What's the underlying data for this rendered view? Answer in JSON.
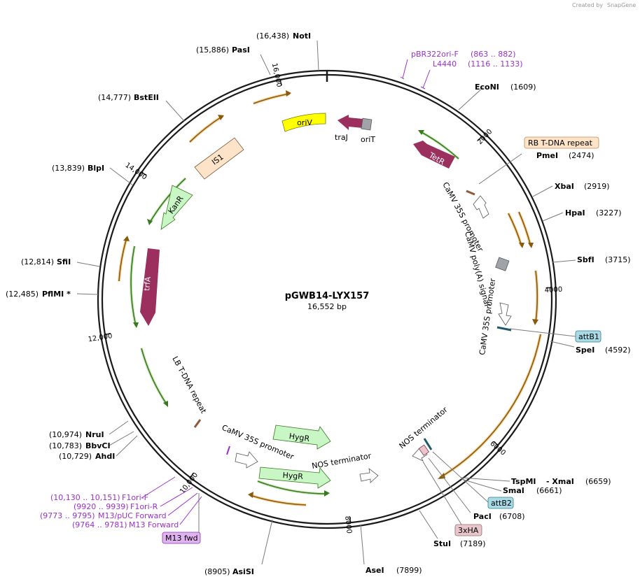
{
  "credit": {
    "prefix": "Created by",
    "brand": "SnapGene"
  },
  "plasmid": {
    "name": "pGWB14-LYX157",
    "size": "16,552 bp",
    "length": 16552
  },
  "ticks": [
    {
      "pos": 2000,
      "label": "2000"
    },
    {
      "pos": 4000,
      "label": "4000"
    },
    {
      "pos": 6000,
      "label": "6000"
    },
    {
      "pos": 8000,
      "label": "8000"
    },
    {
      "pos": 10000,
      "label": "10,000"
    },
    {
      "pos": 12000,
      "label": "12,000"
    },
    {
      "pos": 14000,
      "label": "14,000"
    },
    {
      "pos": 16000,
      "label": "16,000"
    }
  ],
  "enzymes_right": [
    {
      "name": "EcoNI",
      "pos": "(1609)"
    },
    {
      "name": "PmeI",
      "pos": "(2474)"
    },
    {
      "name": "XbaI",
      "pos": "(2919)"
    },
    {
      "name": "HpaI",
      "pos": "(3227)"
    },
    {
      "name": "SbfI",
      "pos": "(3715)"
    },
    {
      "name": "SpeI",
      "pos": "(4592)"
    },
    {
      "name": "TspMI",
      "pos": ""
    },
    {
      "name": "- XmaI",
      "pos": "(6659)"
    },
    {
      "name": "SmaI",
      "pos": "(6661)"
    },
    {
      "name": "PacI",
      "pos": "(6708)"
    },
    {
      "name": "StuI",
      "pos": "(7189)"
    },
    {
      "name": "AseI",
      "pos": "(7899)"
    }
  ],
  "enzymes_left": [
    {
      "name": "NotI",
      "pos": "(16,438)"
    },
    {
      "name": "PasI",
      "pos": "(15,886)"
    },
    {
      "name": "BstEII",
      "pos": "(14,777)"
    },
    {
      "name": "BlpI",
      "pos": "(13,839)"
    },
    {
      "name": "SfiI",
      "pos": "(12,814)"
    },
    {
      "name": "PflMI *",
      "pos": "(12,485)"
    },
    {
      "name": "NruI",
      "pos": "(10,974)"
    },
    {
      "name": "BbvCI",
      "pos": "(10,783)"
    },
    {
      "name": "AhdI",
      "pos": "(10,729)"
    },
    {
      "name": "AsiSI",
      "pos": "(8905)"
    }
  ],
  "primers": [
    {
      "name": "pBR322ori-F",
      "pos": "(863 .. 882)"
    },
    {
      "name": "L4440",
      "pos": "(1116 .. 1133)"
    },
    {
      "name": "F1ori-F",
      "pos": "(10,130 .. 10,151)"
    },
    {
      "name": "F1ori-R",
      "pos": "(9920 .. 9939)"
    },
    {
      "name": "M13/pUC Forward",
      "pos": "(9773 .. 9795)"
    },
    {
      "name": "M13 Forward",
      "pos": "(9764 .. 9781)"
    }
  ],
  "boxed_labels": {
    "rb": "RB T-DNA repeat",
    "attb1": "attB1",
    "attb2": "attB2",
    "ha": "3xHA",
    "m13fwd": "M13 fwd"
  },
  "features": {
    "ori_v": "oriV",
    "tra_j": "traJ",
    "ori_t": "oriT",
    "tet_r": "TetR",
    "is1": "IS1",
    "kan_r": "KanR",
    "trf_a": "trfA",
    "hyg_r": "HygR",
    "camv_promoter": "CaMV 35S promoter",
    "camv_polya": "CaMV poly(A) signal",
    "lb_repeat": "LB T-DNA repeat",
    "nos_terminator": "NOS terminator"
  },
  "colors": {
    "backbone": "#1a1a1a",
    "primer": "#9b30d0",
    "orf_orange": "#e8a631",
    "orf_green": "#7cc353",
    "feature_marker": "#9b2f5e",
    "gene_green": "#c8f7c5",
    "ori_yellow": "#ffff00",
    "rb_fill": "#fde3c8",
    "attb_fill": "#a8dbe6",
    "ha_fill": "#e8c6cc",
    "m13_fill": "#dfb3ef"
  }
}
